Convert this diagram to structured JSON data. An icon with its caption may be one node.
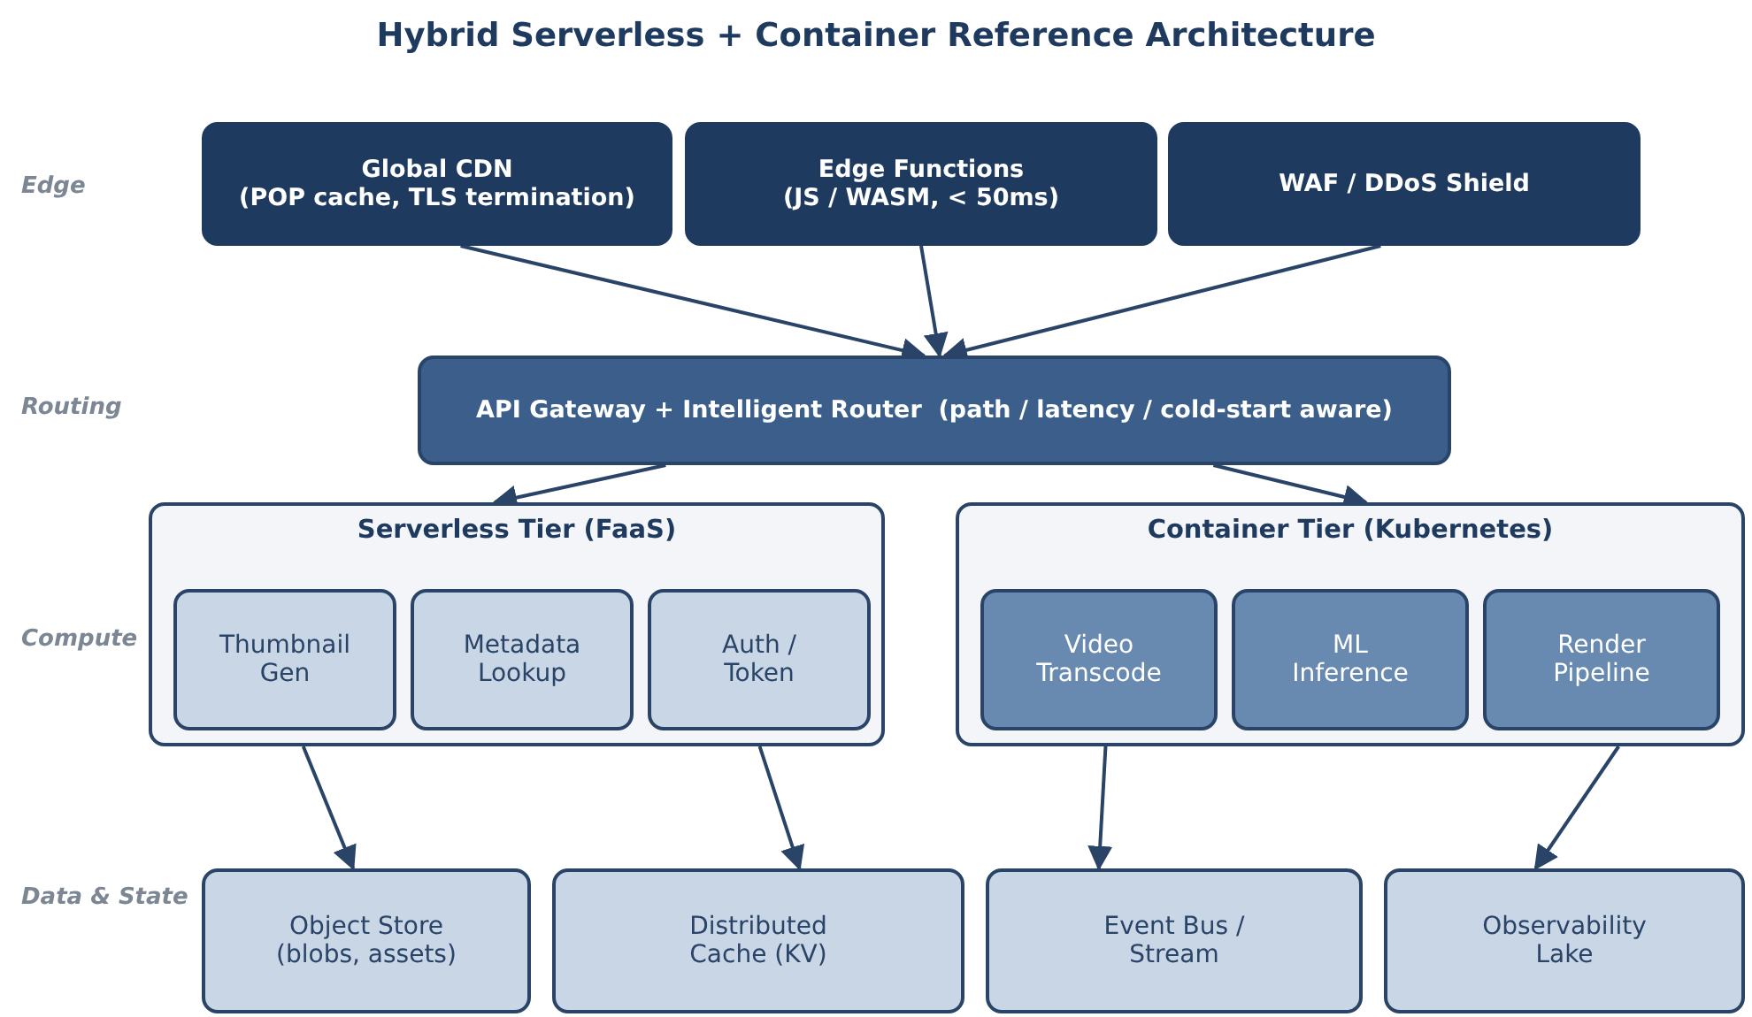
{
  "diagram": {
    "title": "Hybrid Serverless + Container Reference Architecture",
    "nodes": [
      {
        "text": [
          "Global CDN",
          "(POP cache, TLS termination)"
        ]
      },
      {
        "text": [
          "Edge Functions",
          "(JS / WASM, < 50ms)"
        ]
      },
      {
        "text": [
          "WAF / DDoS Shield"
        ]
      },
      {
        "text": [
          "API Gateway + Intelligent Router  (path / latency / cold-start aware)"
        ]
      },
      {
        "text": [
          "Serverless Tier (FaaS)"
        ]
      },
      {
        "text": [
          "Thumbnail Gen"
        ],
        "in": 4
      },
      {
        "text": [
          "Metadata Lookup"
        ],
        "in": 4
      },
      {
        "text": [
          "Auth / Token"
        ],
        "in": 4
      },
      {
        "text": [
          "Container Tier (Kubernetes)"
        ]
      },
      {
        "text": [
          "Video Transcode"
        ],
        "in": 8
      },
      {
        "text": [
          "ML Inference"
        ],
        "in": 8
      },
      {
        "text": [
          "Render Pipeline"
        ],
        "in": 8
      },
      {
        "text": [
          "Object Store",
          "(blobs, assets)"
        ]
      },
      {
        "text": [
          "Distributed Cache (KV)"
        ]
      },
      {
        "text": [
          "Event Bus / Stream"
        ]
      },
      {
        "text": [
          "Observability Lake"
        ]
      }
    ],
    "edges": [
      {
        "from": 0,
        "to": 3,
        "arrow": "to"
      },
      {
        "from": 1,
        "to": 3,
        "arrow": "to"
      },
      {
        "from": 2,
        "to": 3,
        "arrow": "to"
      },
      {
        "from": 3,
        "to": 4,
        "arrow": "to"
      },
      {
        "from": 3,
        "to": 8,
        "arrow": "to"
      },
      {
        "from": 4,
        "to": 12,
        "arrow": "to"
      },
      {
        "from": 4,
        "to": 13,
        "arrow": "to"
      },
      {
        "from": 8,
        "to": 14,
        "arrow": "to"
      },
      {
        "from": 8,
        "to": 15,
        "arrow": "to"
      }
    ],
    "labels": [
      "Edge",
      "Routing",
      "Compute",
      "Data & State"
    ]
  }
}
